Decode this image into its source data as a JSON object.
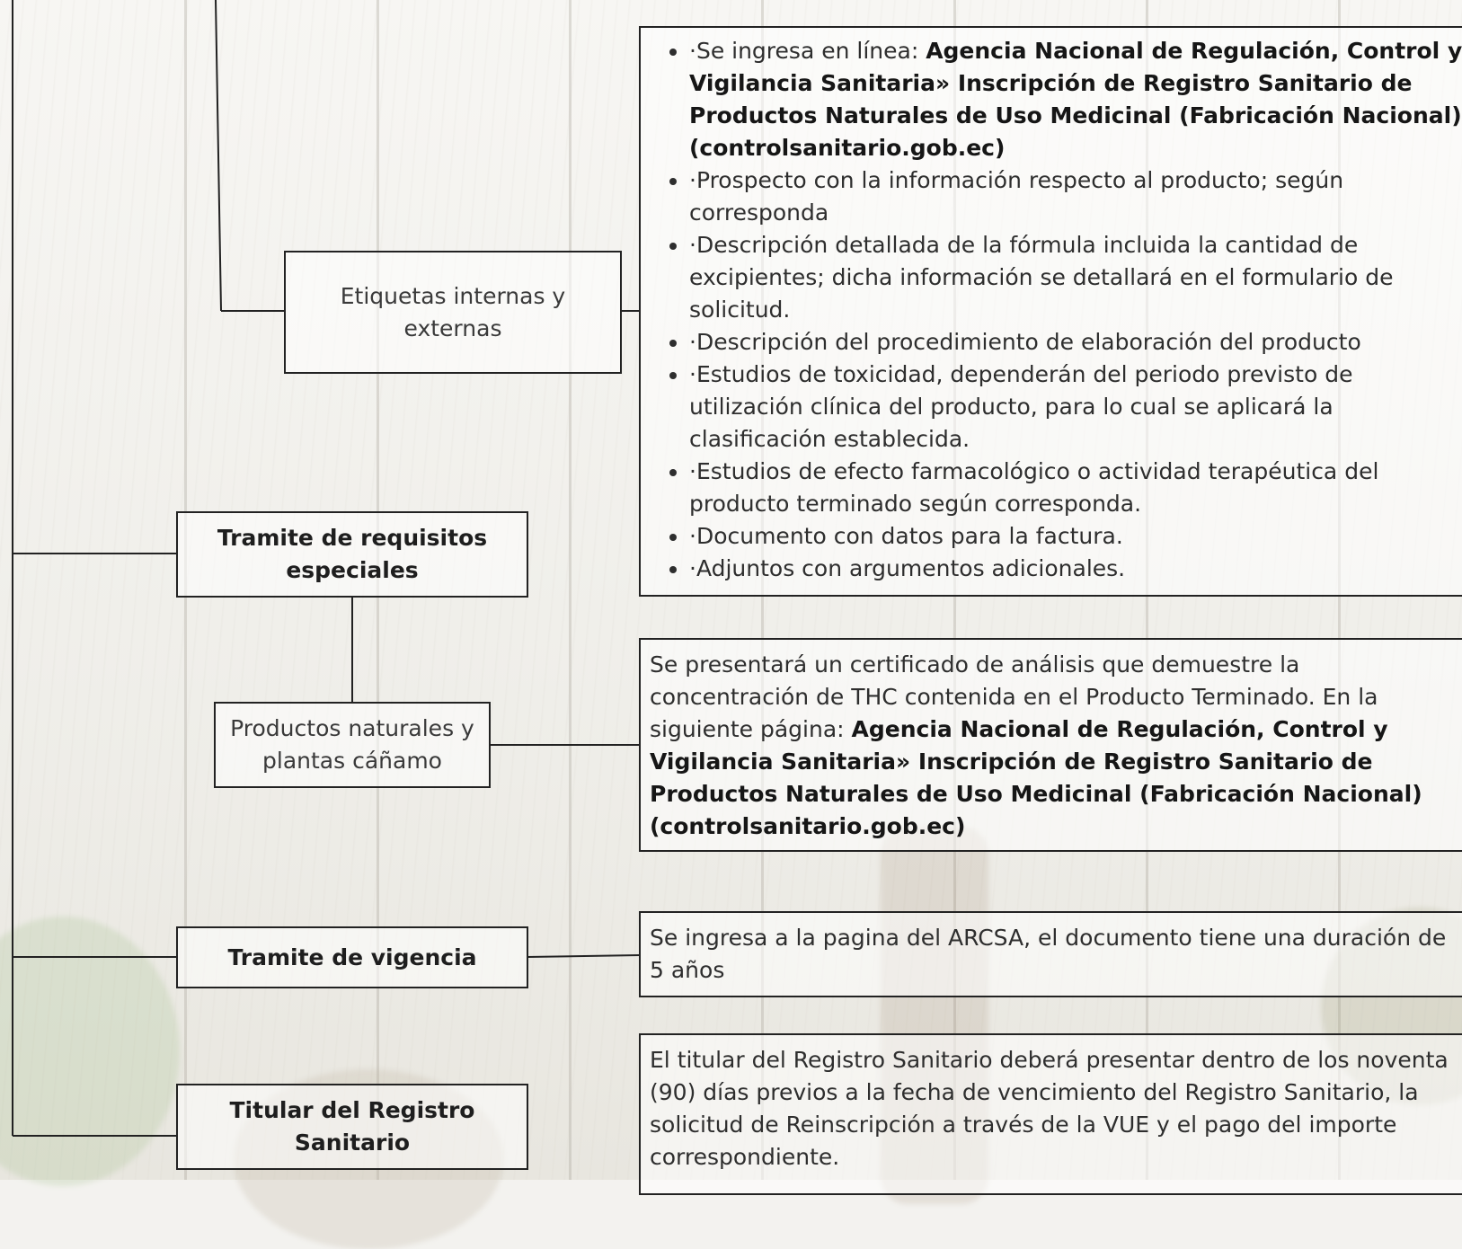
{
  "nodes": {
    "etiquetas": "Etiquetas internas y externas",
    "requisitos": "Tramite de requisitos especiales",
    "productos": "Productos naturales y plantas cáñamo",
    "vigencia": "Tramite de vigencia",
    "titular": "Titular del Registro Sanitario"
  },
  "requirements": {
    "item1_prefix": "·Se ingresa en línea: ",
    "item1_bold": "Agencia Nacional de Regulación, Control y Vigilancia Sanitaria» Inscripción de Registro Sanitario de Productos Naturales de Uso Medicinal (Fabricación Nacional) (controlsanitario.gob.ec)",
    "item2": "·Prospecto con la información respecto al producto; según corresponda",
    "item3": "·Descripción detallada de la fórmula incluida la cantidad de excipientes; dicha información se detallará en el formulario de solicitud.",
    "item4": "·Descripción del procedimiento de elaboración del producto",
    "item5": "·Estudios de toxicidad, dependerán del periodo previsto de utilización clínica del producto, para lo cual se aplicará la clasificación establecida.",
    "item6": "·Estudios de efecto farmacológico o actividad terapéutica del producto terminado según corresponda.",
    "item7": "·Documento con datos para la factura.",
    "item8": "·Adjuntos con argumentos adicionales."
  },
  "hemp_panel": {
    "text": "Se presentará un certificado de análisis que demuestre la concentración de THC contenida en el Producto Terminado. En la siguiente página: ",
    "bold": "Agencia Nacional de Regulación, Control y Vigilancia Sanitaria» Inscripción de Registro Sanitario de Productos Naturales de Uso Medicinal (Fabricación Nacional) (controlsanitario.gob.ec)"
  },
  "vigencia_panel": "Se ingresa a la pagina del ARCSA, el documento tiene una duración de 5 años",
  "titular_panel": "El titular del Registro Sanitario deberá presentar dentro de los noventa (90) días previos a la fecha de vencimiento del Registro Sanitario, la solicitud de Reinscripción a través de la VUE y el pago del importe correspondiente."
}
